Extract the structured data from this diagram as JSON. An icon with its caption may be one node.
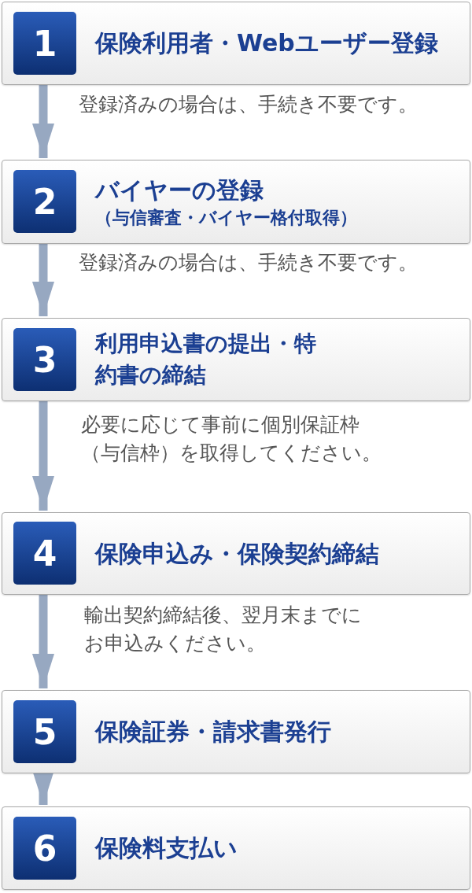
{
  "diagram": {
    "nodes": [
      {
        "text": [
          "保険利用者・Webユーザー登録"
        ]
      },
      {
        "text": [
          "1"
        ],
        "in": 0
      },
      {
        "text": [
          "バイヤーの登録",
          "（与信審査・バイヤー格付取得）"
        ]
      },
      {
        "text": [
          "2"
        ],
        "in": 2
      },
      {
        "text": [
          "利用申込書の提出・特約書の締結"
        ]
      },
      {
        "text": [
          "3"
        ],
        "in": 4
      },
      {
        "text": [
          "保険申込み・保険契約締結"
        ]
      },
      {
        "text": [
          "4"
        ],
        "in": 6
      },
      {
        "text": [
          "保険証券・請求書発行"
        ]
      },
      {
        "text": [
          "5"
        ],
        "in": 8
      },
      {
        "text": [
          "保険料支払い"
        ]
      },
      {
        "text": [
          "6"
        ],
        "in": 10
      }
    ],
    "edges": [
      {
        "from": 0,
        "to": 2,
        "arrow": "to",
        "label": "登録済みの場合は、手続き不要です。"
      },
      {
        "from": 2,
        "to": 4,
        "arrow": "to",
        "label": "登録済みの場合は、手続き不要です。"
      },
      {
        "from": 4,
        "to": 6,
        "arrow": "to",
        "label": "必要に応じて事前に個別保証枠（与信枠）を取得してください。"
      },
      {
        "from": 6,
        "to": 8,
        "arrow": "to",
        "label": "輸出契約締結後、翌月末までにお申込みください。"
      },
      {
        "from": 8,
        "to": 10,
        "arrow": "to"
      }
    ]
  }
}
